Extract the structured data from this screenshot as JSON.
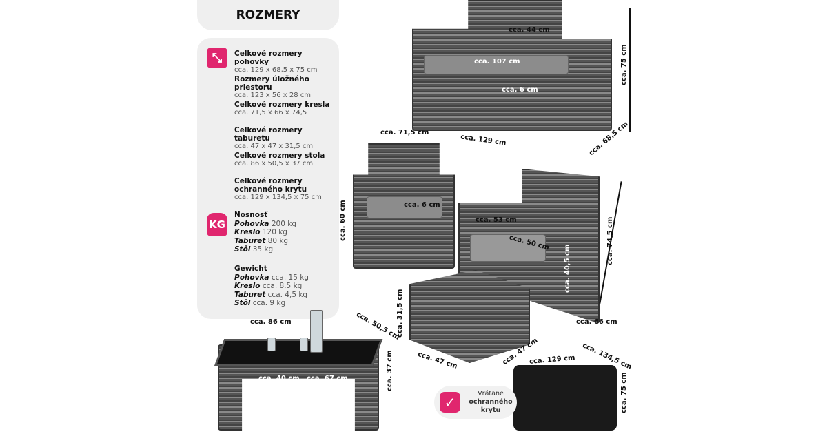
{
  "title": "ROZMERY",
  "specs": [
    {
      "label": "Celkové rozmery pohovky",
      "value": "cca. 129 x 68,5 x 75 cm"
    },
    {
      "label": "Rozmery úložného priestoru",
      "value": "cca. 123 x 56 x 28 cm"
    },
    {
      "label": "Celkové rozmery kresla",
      "value": "cca. 71,5 x 66 x 74,5"
    },
    {
      "label": "Celkové rozmery taburetu",
      "value": "cca. 47 x 47 x 31,5 cm"
    },
    {
      "label": "Celkové rozmery stola",
      "value": "cca. 86 x 50,5 x 37 cm"
    },
    {
      "label": "Celkové rozmery ochranného krytu",
      "value": "cca. 129 x 134,5 x 75 cm"
    }
  ],
  "kg_icon": "KG",
  "load": {
    "heading": "Nosnosť",
    "items": [
      {
        "name": "Pohovka",
        "value": "200 kg"
      },
      {
        "name": "Kreslo",
        "value": "120 kg"
      },
      {
        "name": "Taburet",
        "value": "80 kg"
      },
      {
        "name": "Stôl",
        "value": "35 kg"
      }
    ]
  },
  "weight": {
    "heading": "Gewicht",
    "items": [
      {
        "name": "Pohovka",
        "value": "cca. 15 kg"
      },
      {
        "name": "Kreslo",
        "value": "cca. 8,5 kg"
      },
      {
        "name": "Taburet",
        "value": "cca. 4,5 kg"
      },
      {
        "name": "Stôl",
        "value": "cca. 9 kg"
      }
    ]
  },
  "dims": {
    "sofa_back": "cca. 44 cm",
    "sofa_seat": "cca. 107 cm",
    "sofa_cushion": "cca. 6 cm",
    "sofa_width": "cca. 129 cm",
    "sofa_height": "cca. 75 cm",
    "sofa_depth": "cca. 68,5 cm",
    "chair1_width": "cca. 71,5 cm",
    "chair1_height": "cca. 60 cm",
    "chair1_cushion": "cca. 6 cm",
    "chair2_seat_depth": "cca. 53 cm",
    "chair2_seat_width": "cca. 50 cm",
    "chair2_height": "cca. 74,5 cm",
    "chair2_arm": "cca. 40,5 cm",
    "chair2_depth": "cca. 66 cm",
    "stool_height": "cca. 31,5 cm",
    "stool_w1": "cca. 47 cm",
    "stool_w2": "cca. 47 cm",
    "table_width": "cca. 86 cm",
    "table_depth": "cca. 50,5 cm",
    "table_shelf1": "cca. 40 cm",
    "table_shelf2": "cca. 67 cm",
    "table_height": "cca. 37 cm",
    "cover_width": "cca. 129 cm",
    "cover_depth": "cca. 134,5 cm",
    "cover_height": "cca. 75 cm"
  },
  "badge": {
    "line1": "Vrátane",
    "line2": "ochranného",
    "line3": "krytu"
  },
  "colors": {
    "accent": "#e0266e"
  }
}
